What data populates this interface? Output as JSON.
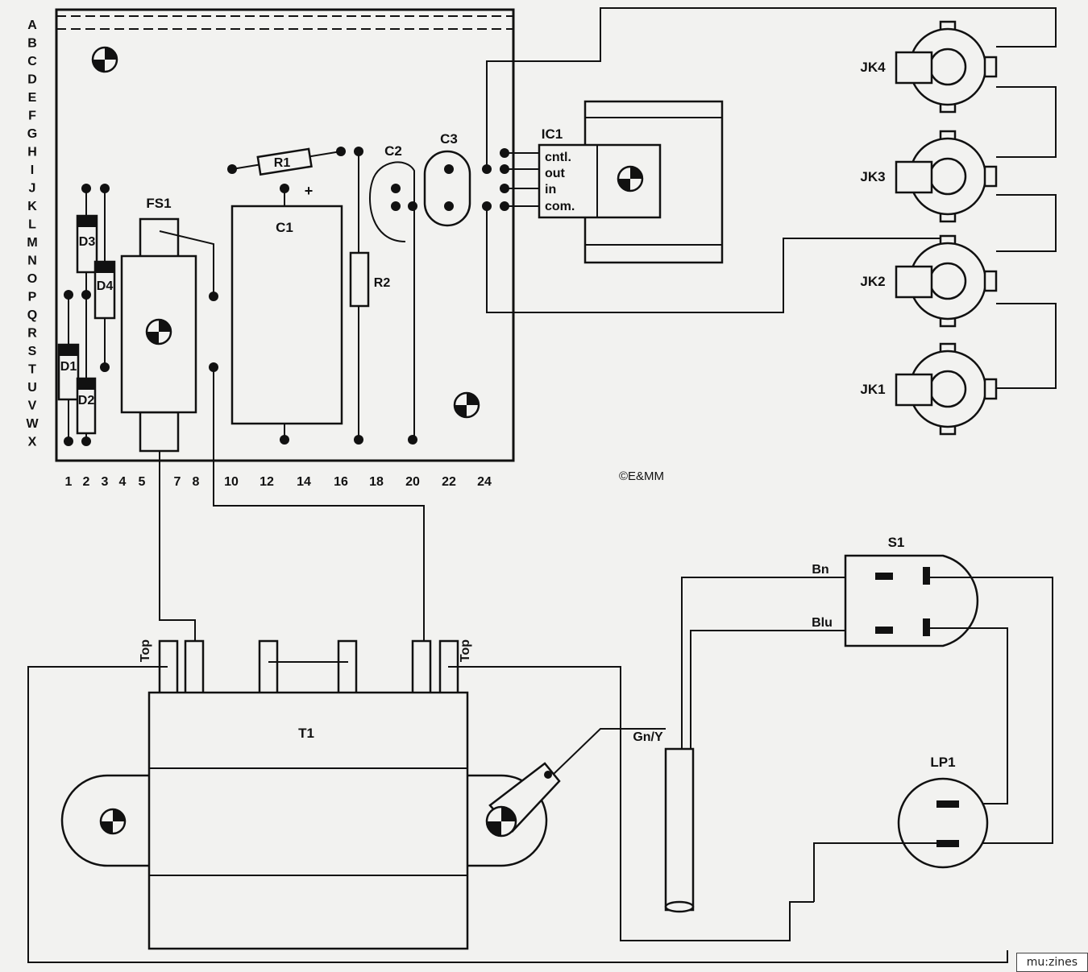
{
  "row_labels": [
    "A",
    "B",
    "C",
    "D",
    "E",
    "F",
    "G",
    "H",
    "I",
    "J",
    "K",
    "L",
    "M",
    "N",
    "O",
    "P",
    "Q",
    "R",
    "S",
    "T",
    "U",
    "V",
    "W",
    "X"
  ],
  "column_labels": [
    "1",
    "2",
    "3",
    "4",
    "5",
    "7",
    "8",
    "10",
    "12",
    "14",
    "16",
    "18",
    "20",
    "22",
    "24"
  ],
  "components": {
    "r1": "R1",
    "r2": "R2",
    "c1": "C1",
    "c1_polarity": "+",
    "c2": "C2",
    "c3": "C3",
    "fs1": "FS1",
    "d1": "D1",
    "d2": "D2",
    "d3": "D3",
    "d4": "D4",
    "ic1": "IC1",
    "t1": "T1",
    "s1": "S1",
    "lp1": "LP1",
    "jk1": "JK1",
    "jk2": "JK2",
    "jk3": "JK3",
    "jk4": "JK4"
  },
  "ic1_pins": [
    "cntl.",
    "out",
    "in",
    "com."
  ],
  "wire_labels": {
    "brown": "Bn",
    "blue": "Blu",
    "earth": "Gn/Y",
    "top_left": "Top",
    "top_right": "Top"
  },
  "copyright": "©E&MM",
  "badge": "mu:zines"
}
